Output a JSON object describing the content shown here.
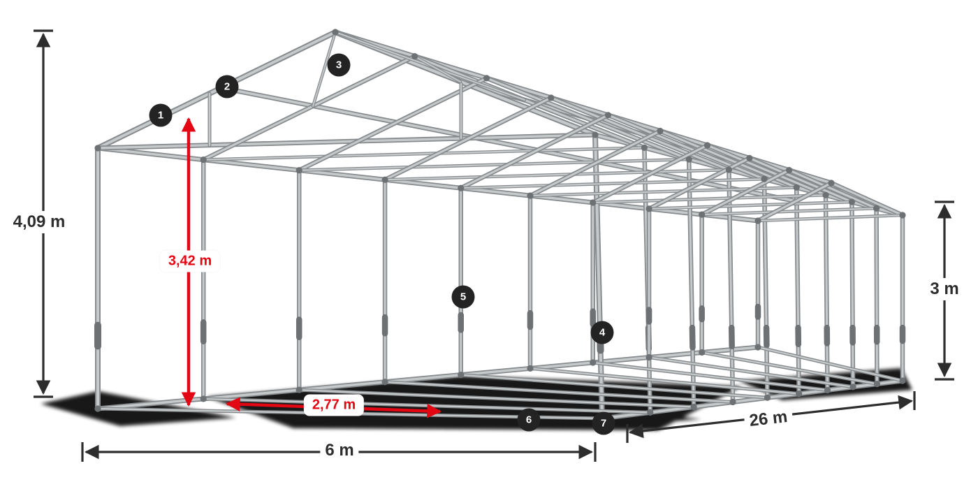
{
  "diagram": {
    "dimensions": {
      "total_height": "4,09 m",
      "inner_ridge_height": "3,42 m",
      "inner_bay_spacing": "2,77 m",
      "front_width": "6 m",
      "side_length": "26 m",
      "eave_height": "3 m"
    },
    "markers": [
      {
        "label": "1"
      },
      {
        "label": "2"
      },
      {
        "label": "3"
      },
      {
        "label": "4"
      },
      {
        "label": "5"
      },
      {
        "label": "6"
      },
      {
        "label": "7"
      }
    ],
    "colors": {
      "frame_tube_light": "#c6c9ca",
      "frame_tube_dark": "#878b8e",
      "joint": "#6d7174",
      "dimension_line": "#2d2d2d",
      "accent_red": "#e30613",
      "badge_background": "#232323",
      "badge_text": "#ffffff",
      "shadow": "#000000"
    }
  }
}
